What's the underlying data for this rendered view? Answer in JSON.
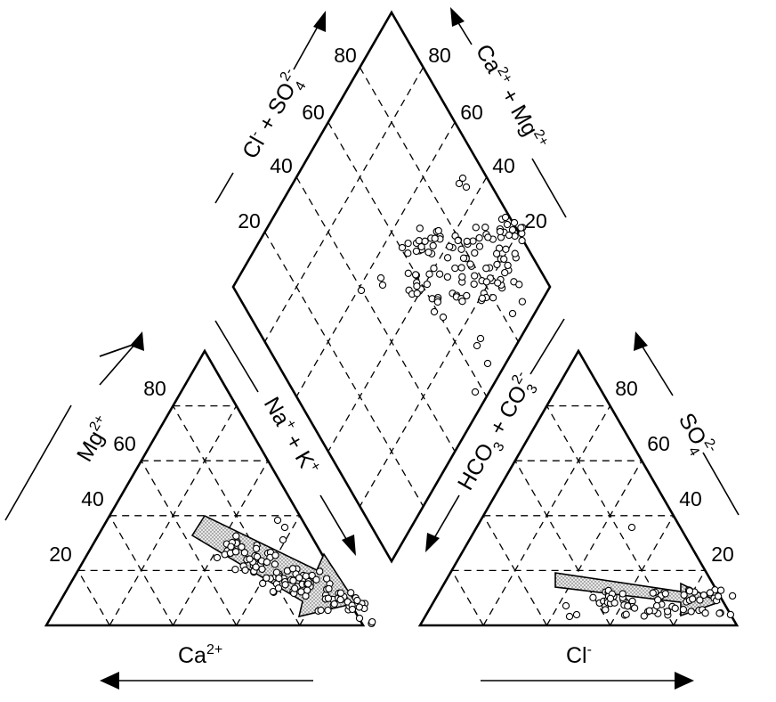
{
  "diagram": {
    "type": "piper",
    "ticks": [
      "20",
      "40",
      "60",
      "80"
    ],
    "cation_triangle": {
      "bottom_label": "Ca",
      "bottom_sup": "2+",
      "left_label": "Mg",
      "left_sup": "2+"
    },
    "anion_triangle": {
      "bottom_label": "Cl",
      "bottom_sup": "-",
      "right_label": "SO",
      "right_sub": "4",
      "right_sup": "2-"
    },
    "diamond": {
      "upper_left_label_a": "Cl",
      "upper_left_sup_a": "-",
      "upper_left_label_b": " + SO",
      "upper_left_sub_b": "4",
      "upper_left_sup_b": "2-",
      "upper_right_label_a": "Ca",
      "upper_right_sup_a": "2+",
      "upper_right_label_b": " + Mg",
      "upper_right_sup_b": "2+",
      "lower_left_label_a": "Na",
      "lower_left_sup_a": "+",
      "lower_left_label_b": " + K",
      "lower_left_sup_b": "+",
      "lower_right_label_a": "HCO",
      "lower_right_sub_a": "3",
      "lower_right_label_b": " + CO",
      "lower_right_sub_b": "3",
      "lower_right_sup_b": "2-"
    },
    "colors": {
      "ink": "#000000",
      "background": "#ffffff"
    }
  }
}
